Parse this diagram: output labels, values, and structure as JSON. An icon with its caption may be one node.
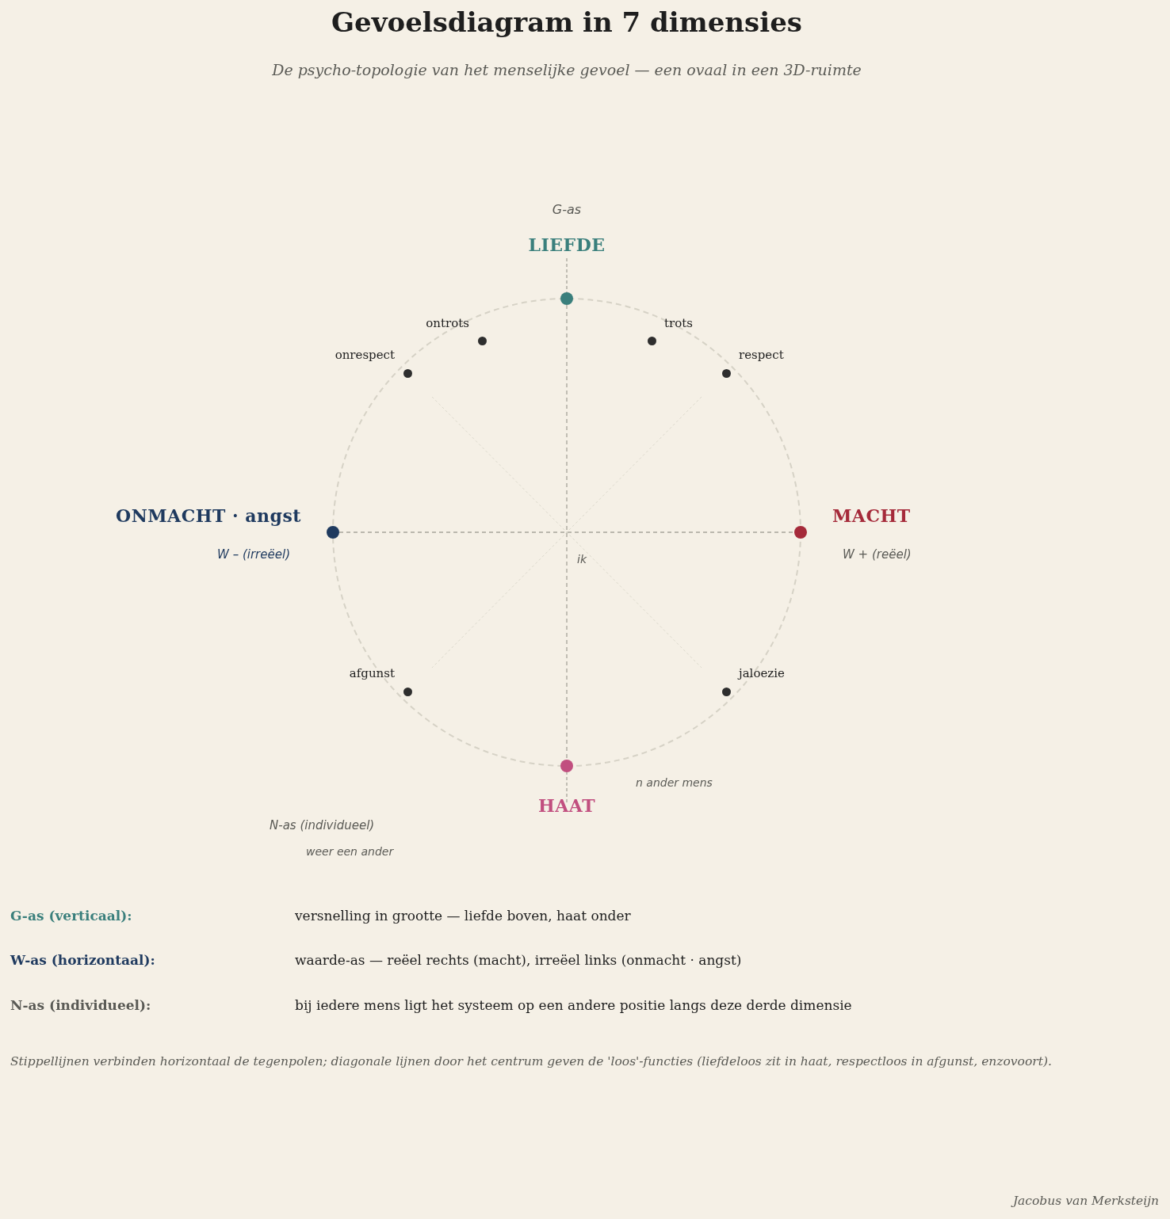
{
  "diagram": {
    "title": "Gevoelsdiagram in 7 dimensies",
    "caption": "Stippellijnen verbinden horizontaal de tegenpolen; diagonale lijnen door het centrum geven de 'loos'-functies (liefdeloos zit in haat, respectloos in afgunst, enzovoort).",
    "nodes": [
      {
        "text": [
          "LIEFDE"
        ]
      },
      {
        "text": [
          "trots"
        ]
      },
      {
        "text": [
          "respect"
        ]
      },
      {
        "text": [
          "MACHT"
        ],
        "beside": [
          "W +  (reëel)"
        ]
      },
      {
        "text": [
          "jaloezie"
        ]
      },
      {
        "text": [
          "HAAT"
        ]
      },
      {
        "text": [
          "afgunst"
        ]
      },
      {
        "text": [
          "ONMACHT · angst"
        ],
        "beside": [
          "W –  (irreëel)"
        ]
      },
      {
        "text": [
          "onrespect"
        ]
      },
      {
        "text": [
          "ontrots"
        ]
      }
    ],
    "edges": [
      {
        "from": 7,
        "to": 3,
        "arrow": "none",
        "style": "dashed"
      },
      {
        "from": 0,
        "to": 5,
        "arrow": "none",
        "style": "dashed"
      }
    ],
    "labels": [
      "De psycho-topologie van het menselijke gevoel — een ovaal in een 3D-ruimte",
      "G-as",
      "ik",
      "n ander mens",
      "N-as  (individueel)",
      "weer een ander",
      "G-as  (verticaal):",
      "versnelling in grootte — liefde boven, haat onder",
      "W-as  (horizontaal):",
      "waarde-as — reëel rechts (macht), irreëel links (onmacht · angst)",
      "N-as  (individueel):",
      "bij iedere mens ligt het systeem op een andere positie langs deze derde dimensie",
      "Jacobus van Merksteijn"
    ]
  }
}
